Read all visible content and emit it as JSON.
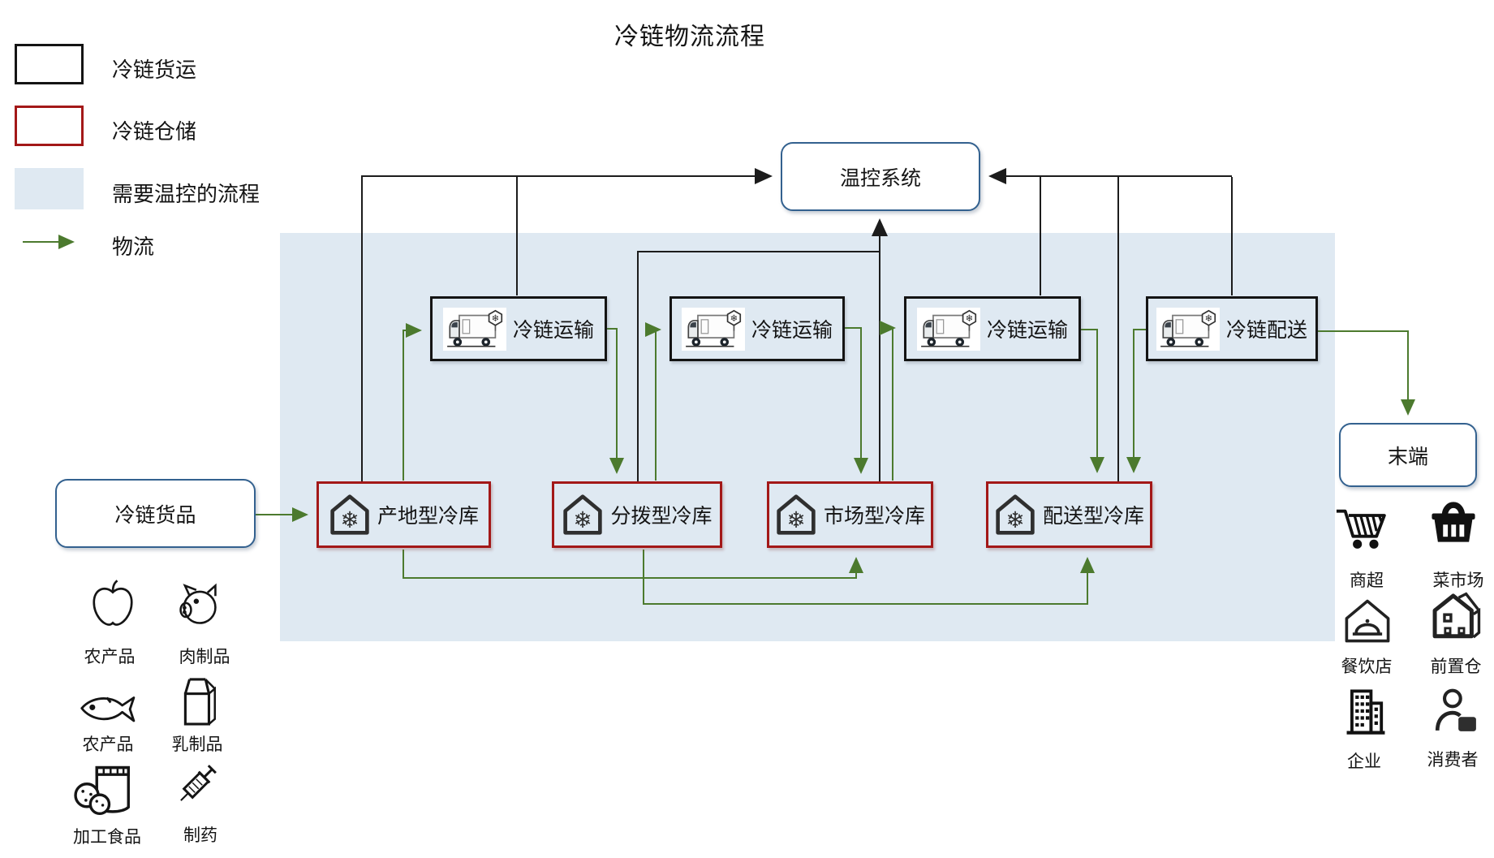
{
  "title": "冷链物流流程",
  "legend": {
    "freight_label": "冷链货运",
    "storage_label": "冷链仓储",
    "temp_zone_label": "需要温控的流程",
    "logistics_label": "物流"
  },
  "nodes": {
    "temp_control": "温控系统",
    "goods": "冷链货品",
    "terminal": "末端",
    "transports": [
      "冷链运输",
      "冷链运输",
      "冷链运输",
      "冷链配送"
    ],
    "warehouses": [
      "产地型冷库",
      "分拨型冷库",
      "市场型冷库",
      "配送型冷库"
    ]
  },
  "products": [
    {
      "icon": "apple-icon",
      "label": "农产品"
    },
    {
      "icon": "pig-icon",
      "label": "肉制品"
    },
    {
      "icon": "fish-icon",
      "label": "农产品"
    },
    {
      "icon": "milk-icon",
      "label": "乳制品"
    },
    {
      "icon": "snack-icon",
      "label": "加工食品"
    },
    {
      "icon": "syringe-icon",
      "label": "制药"
    }
  ],
  "endpoints": [
    {
      "icon": "cart-icon",
      "label": "商超"
    },
    {
      "icon": "basket-icon",
      "label": "菜市场"
    },
    {
      "icon": "restaurant-icon",
      "label": "餐饮店"
    },
    {
      "icon": "front-warehouse-icon",
      "label": "前置仓"
    },
    {
      "icon": "building-icon",
      "label": "企业"
    },
    {
      "icon": "consumer-icon",
      "label": "消费者"
    }
  ],
  "colors": {
    "freight_border": "#141414",
    "storage_border": "#a31818",
    "temp_zone_fill": "#dfe9f2",
    "logistics_green": "#4c7a2e",
    "system_border": "#33618f",
    "monitor_line": "#1c1c1c"
  }
}
